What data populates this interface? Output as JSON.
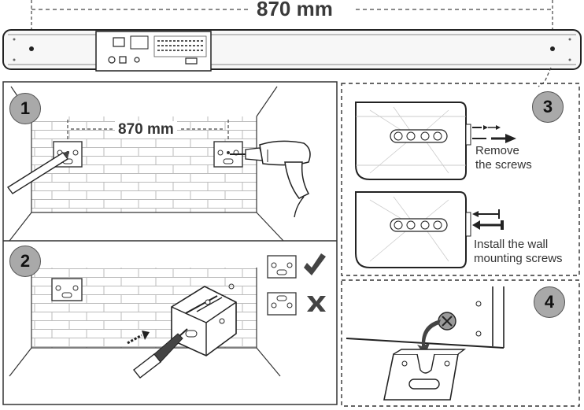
{
  "soundbar": {
    "width_label": "870 mm"
  },
  "step1": {
    "number": "1",
    "spacing_label": "870 mm"
  },
  "step2": {
    "number": "2"
  },
  "step3": {
    "number": "3",
    "remove_caption_line1": "Remove",
    "remove_caption_line2": "the screws",
    "install_caption_line1": "Install the wall",
    "install_caption_line2": "mounting screws"
  },
  "step4": {
    "number": "4"
  },
  "colors": {
    "badge": "#a9a9a9",
    "line": "#333333",
    "check": "#444444",
    "brick": "#bbbbbb"
  }
}
